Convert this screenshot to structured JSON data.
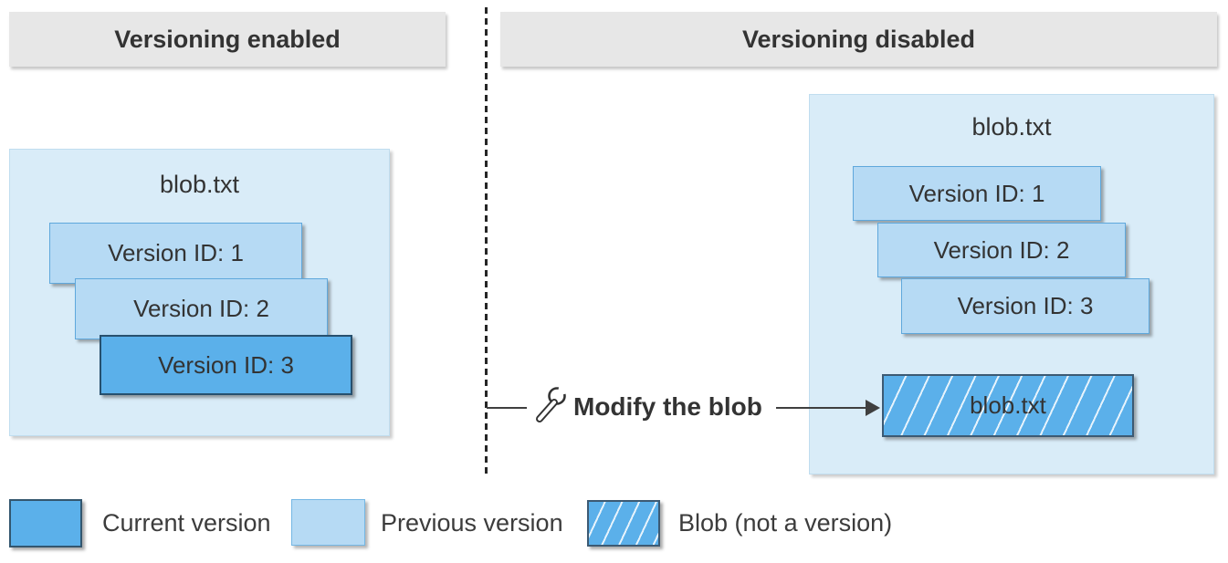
{
  "diagram": {
    "left_panel": {
      "header": "Versioning enabled",
      "blob_title": "blob.txt",
      "versions": [
        {
          "label": "Version ID: 1",
          "type": "previous"
        },
        {
          "label": "Version ID: 2",
          "type": "previous"
        },
        {
          "label": "Version ID: 3",
          "type": "current"
        }
      ]
    },
    "right_panel": {
      "header": "Versioning disabled",
      "blob_title": "blob.txt",
      "versions": [
        {
          "label": "Version ID: 1",
          "type": "previous"
        },
        {
          "label": "Version ID: 2",
          "type": "previous"
        },
        {
          "label": "Version ID: 3",
          "type": "previous"
        }
      ],
      "blob_label": "blob.txt"
    },
    "action": {
      "label": "Modify the blob",
      "icon": "wrench-icon"
    },
    "legend": [
      {
        "label": "Current version",
        "swatch": "current-version-swatch"
      },
      {
        "label": "Previous version",
        "swatch": "previous-version-swatch"
      },
      {
        "label": "Blob (not a version)",
        "swatch": "blob-hatched-swatch"
      }
    ],
    "colors": {
      "current_version": "#5bb0ea",
      "previous_version": "#b6daf4",
      "container_bg": "#d9ecf8",
      "header_bg": "#e7e7e7",
      "text": "#333333",
      "connector": "#3f3f3f"
    }
  }
}
